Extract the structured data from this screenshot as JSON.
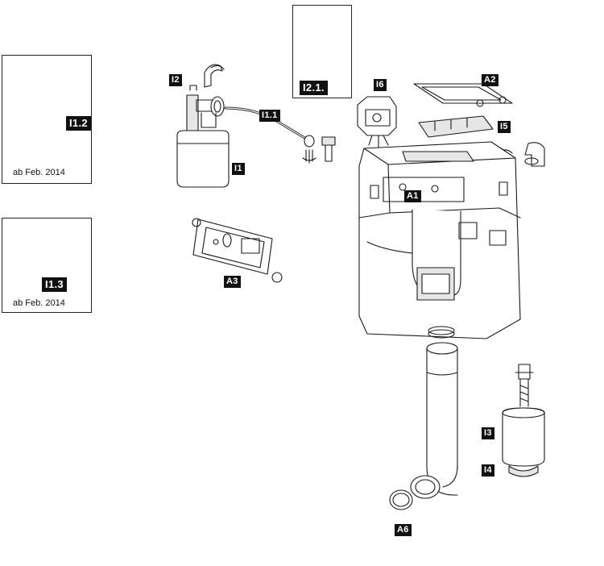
{
  "parts": {
    "a1": "A1",
    "a2": "A2",
    "a3": "A3",
    "a6": "A6",
    "i1": "I1",
    "i1_1": "I1.1",
    "i1_2": "I1.2",
    "i1_3": "I1.3",
    "i2": "I2",
    "i2_1": "I2.1.",
    "i3": "I3",
    "i4": "I4",
    "i5": "I5",
    "i6": "I6"
  },
  "insets": {
    "top_note": "ab Feb. 2014",
    "bottom_note": "ab Feb. 2014"
  },
  "colors": {
    "line": "#1a1a1a",
    "fill": "#ffffff",
    "shade": "#e6e6e6",
    "accent": "#3a5a8c"
  }
}
